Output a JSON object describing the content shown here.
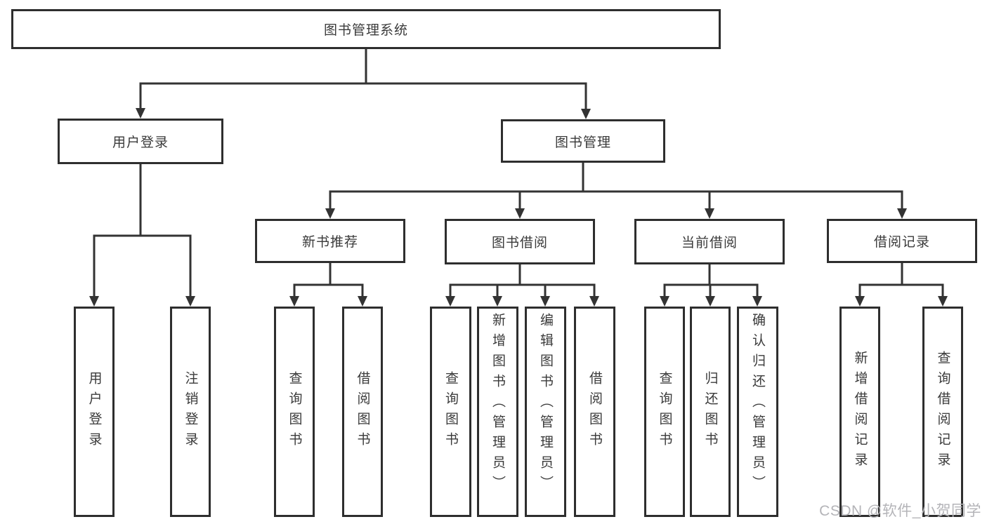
{
  "diagram": {
    "root": {
      "label": "图书管理系统"
    },
    "level2": [
      {
        "label": "用户登录"
      },
      {
        "label": "图书管理"
      }
    ],
    "level3": [
      {
        "label": "新书推荐"
      },
      {
        "label": "图书借阅"
      },
      {
        "label": "当前借阅"
      },
      {
        "label": "借阅记录"
      }
    ],
    "leaves": [
      {
        "label": "用户登录"
      },
      {
        "label": "注销登录"
      },
      {
        "label": "查询图书"
      },
      {
        "label": "借阅图书"
      },
      {
        "label": "查询图书"
      },
      {
        "label": "新增图书（管理员）"
      },
      {
        "label": "编辑图书（管理员）"
      },
      {
        "label": "借阅图书"
      },
      {
        "label": "查询图书"
      },
      {
        "label": "归还图书"
      },
      {
        "label": "确认归还（管理员）"
      },
      {
        "label": "新增借阅记录"
      },
      {
        "label": "查询借阅记录"
      }
    ]
  },
  "watermark": {
    "text": "CSDN @软件_小贺同学"
  },
  "colors": {
    "line": "#333333",
    "box_border": "#2e2e2e",
    "text": "#3a3a3a",
    "watermark": "#b4b4b8",
    "background": "#ffffff"
  }
}
